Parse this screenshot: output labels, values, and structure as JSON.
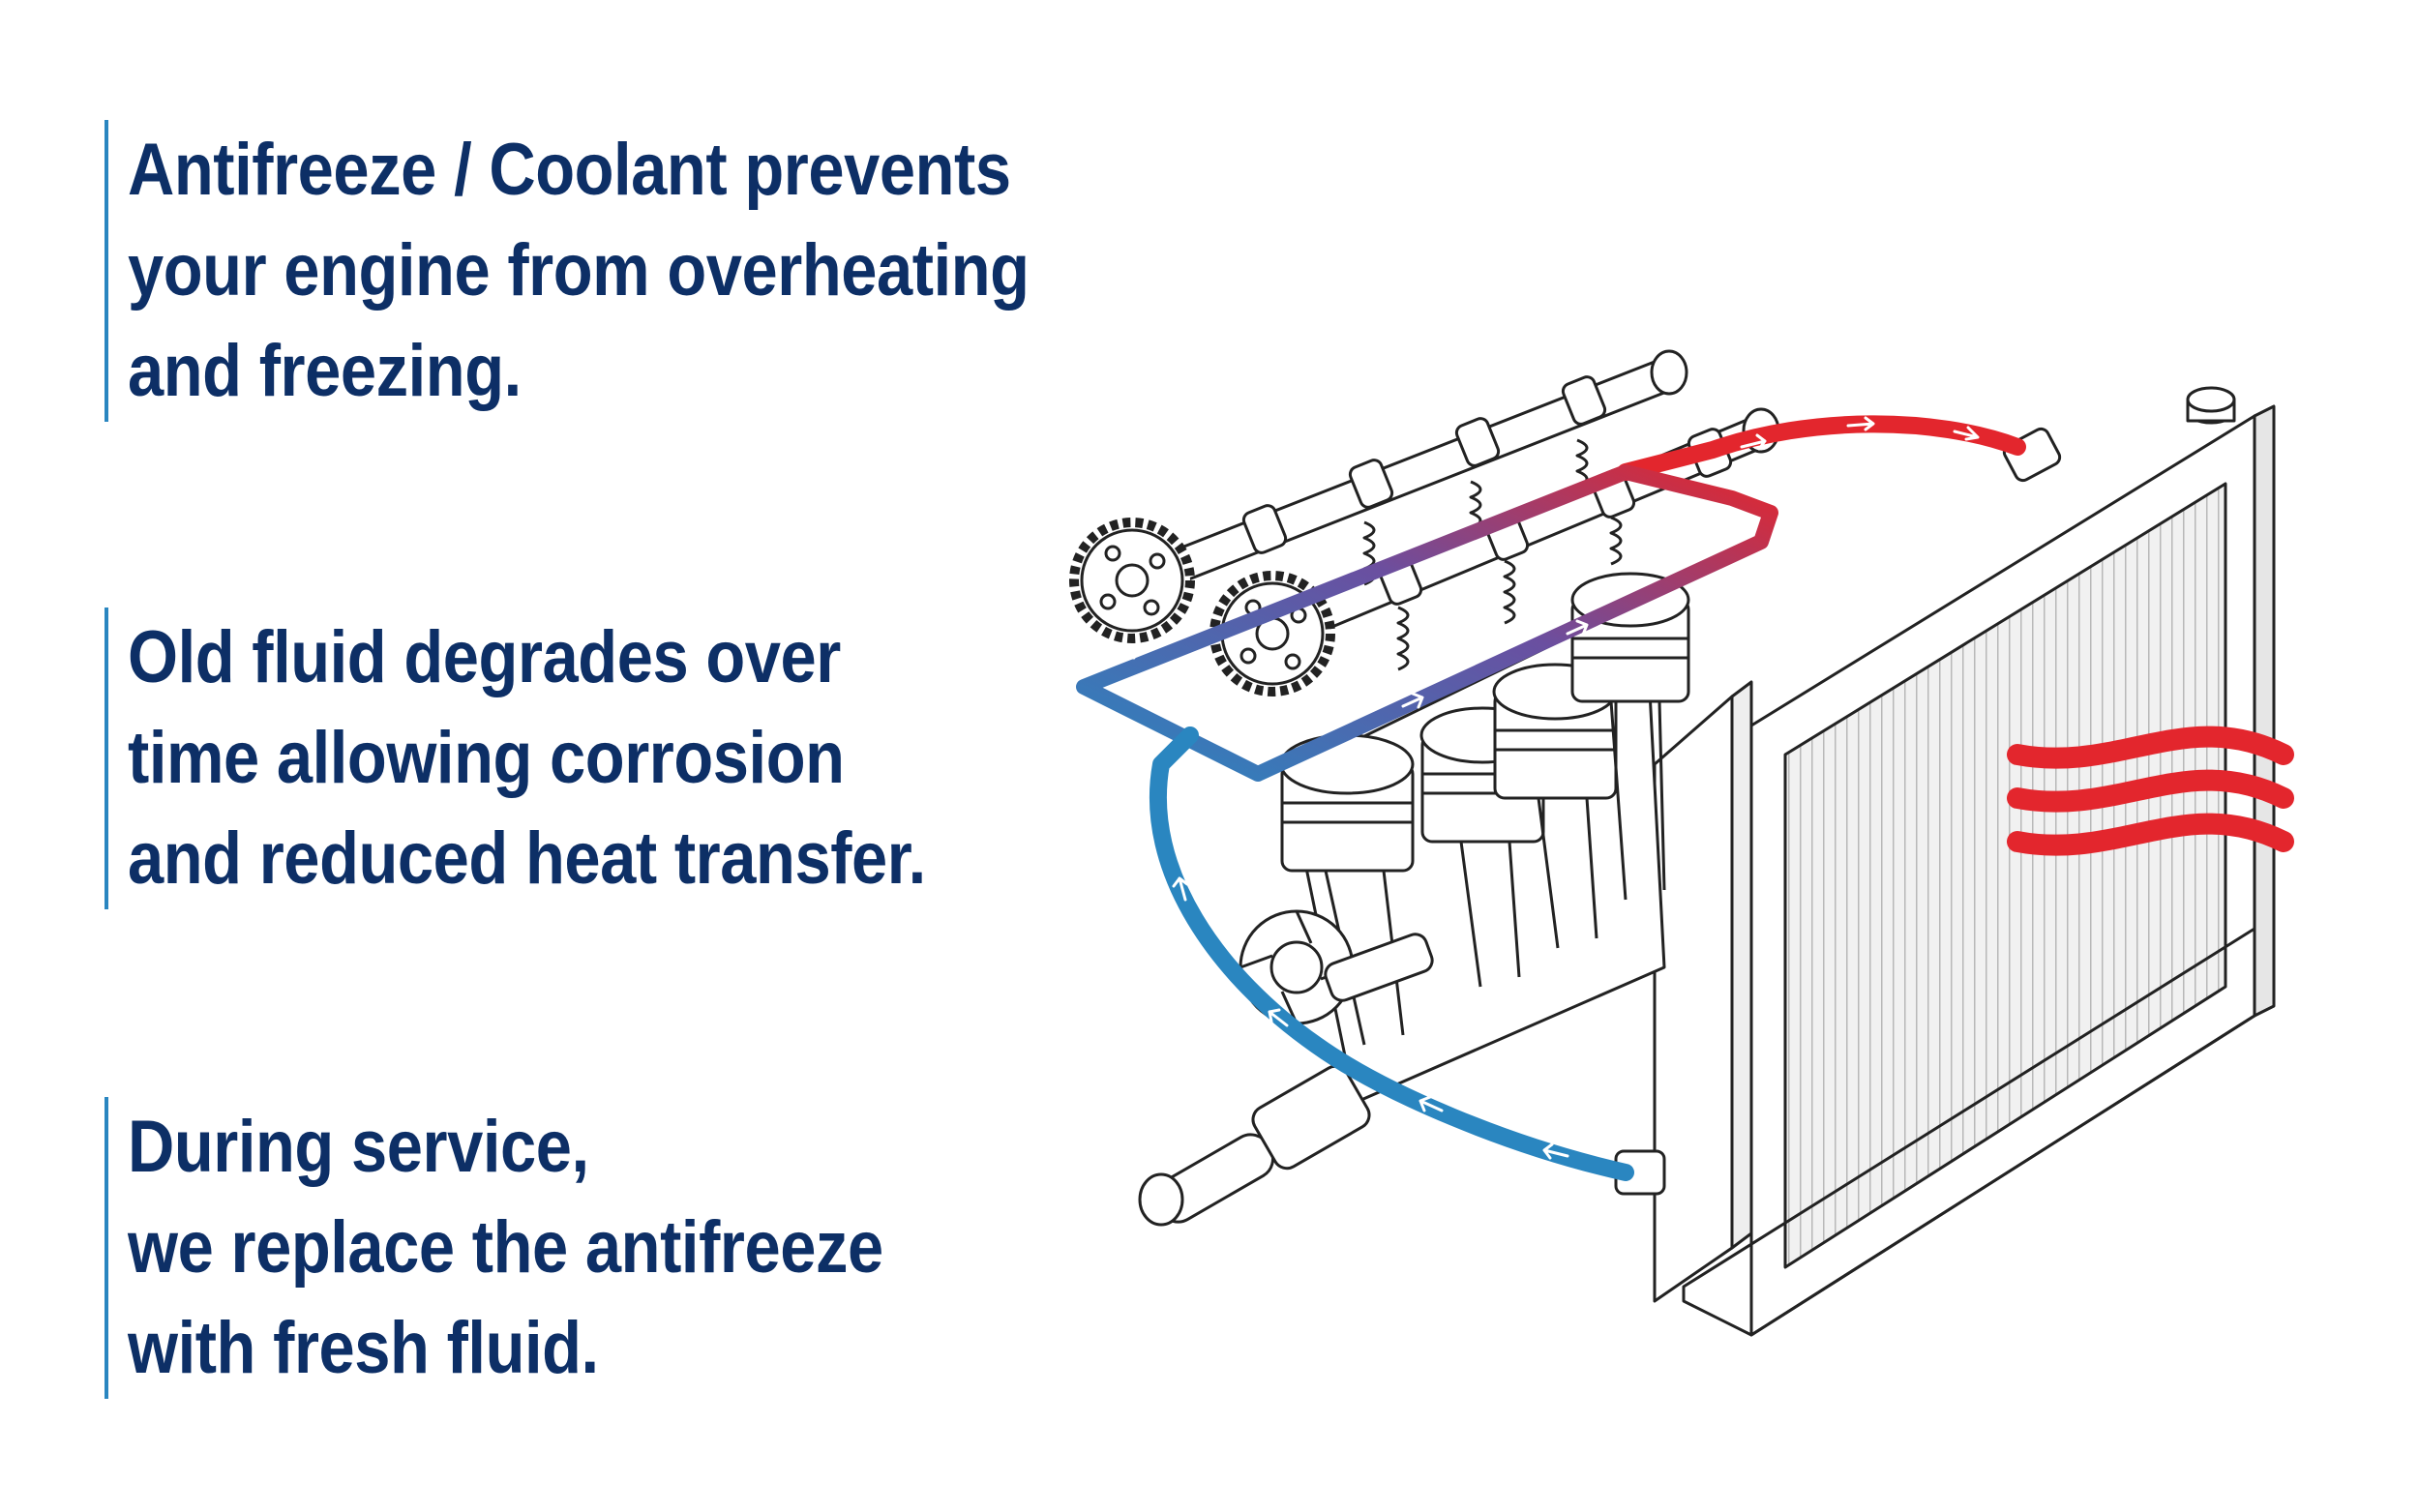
{
  "blocks": [
    {
      "lines": [
        "Antifreeze / Coolant prevents",
        "your engine from overheating",
        "and freezing."
      ]
    },
    {
      "lines": [
        "Old fluid degrades over",
        "time allowing corrosion",
        "and reduced heat transfer."
      ]
    },
    {
      "lines": [
        "During service,",
        "we replace the antifreeze",
        "with fresh fluid."
      ]
    }
  ],
  "colors": {
    "heading_text": "#0d2f66",
    "accent_bar": "#2a86c0",
    "hot_coolant": "#e3262d",
    "cold_coolant": "#2a86c0",
    "outline": "#222222"
  }
}
